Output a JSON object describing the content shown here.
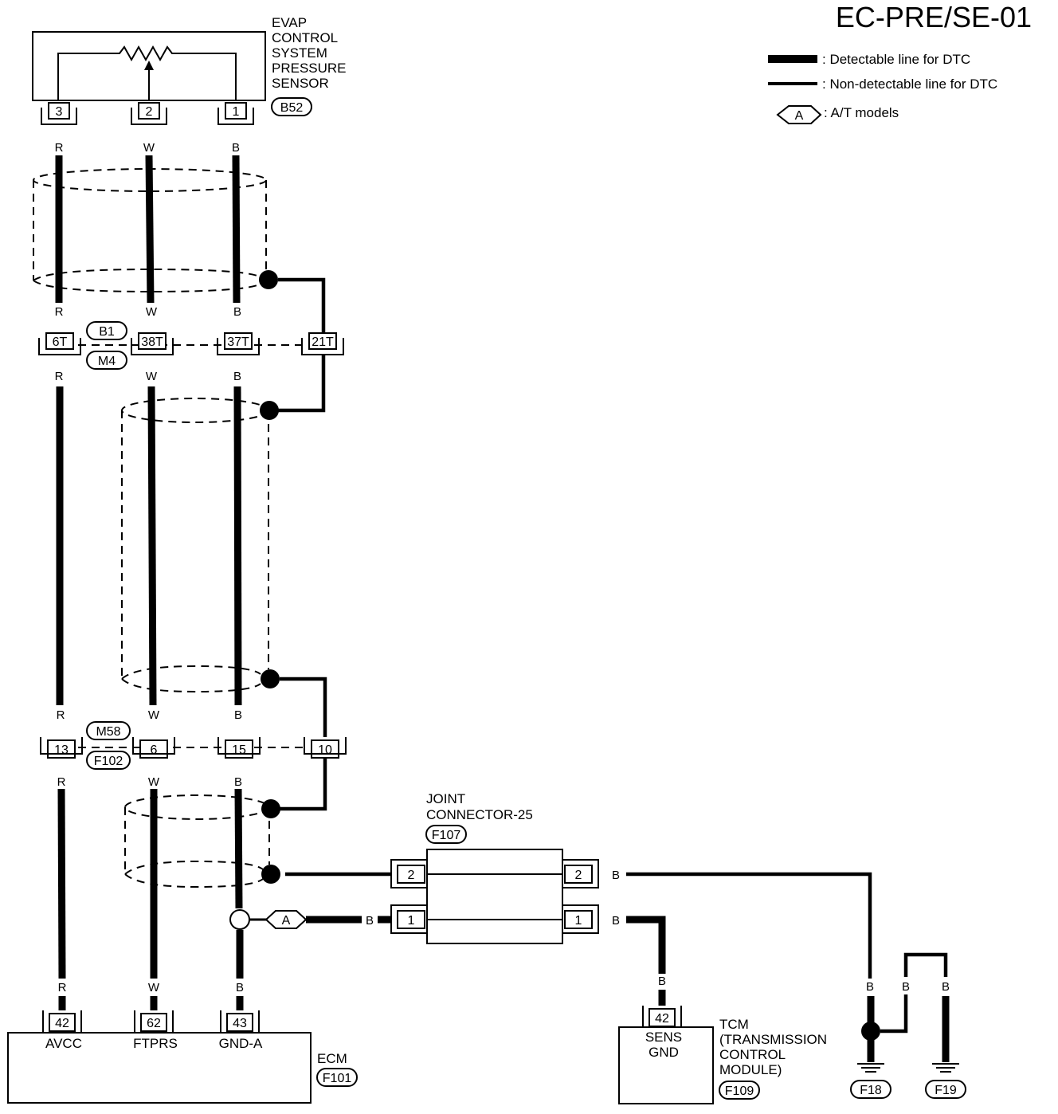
{
  "title": "EC-PRE/SE-01",
  "legend": {
    "detectable": ": Detectable line for DTC",
    "non_detectable": ": Non-detectable line for DTC",
    "at_symbol": "A",
    "at_models": ": A/T models"
  },
  "evap_sensor": {
    "line1": "EVAP",
    "line2": "CONTROL",
    "line3": "SYSTEM",
    "line4": "PRESSURE",
    "line5": "SENSOR",
    "connector": "B52",
    "pin_left": "3",
    "pin_mid": "2",
    "pin_right": "1"
  },
  "wire_colors": {
    "r": "R",
    "w": "W",
    "b": "B"
  },
  "connector_row1": {
    "pin_a": "6T",
    "pin_b": "38T",
    "pin_c": "37T",
    "pin_d": "21T",
    "top_label": "B1",
    "bottom_label": "M4"
  },
  "connector_row2": {
    "pin_a": "13",
    "pin_b": "6",
    "pin_c": "15",
    "pin_d": "10",
    "top_label": "M58",
    "bottom_label": "F102"
  },
  "joint_connector": {
    "line1": "JOINT",
    "line2": "CONNECTOR-25",
    "connector": "F107",
    "pin_left_top": "2",
    "pin_left_bottom": "1",
    "pin_right_top": "2",
    "pin_right_bottom": "1"
  },
  "at_marker": "A",
  "ecm": {
    "label": "ECM",
    "connector": "F101",
    "pin_avcc": "42",
    "pin_ftprs": "62",
    "pin_gnda": "43",
    "term_avcc": "AVCC",
    "term_ftprs": "FTPRS",
    "term_gnda": "GND-A"
  },
  "tcm": {
    "label1": "TCM",
    "label2": "(TRANSMISSION",
    "label3": "CONTROL",
    "label4": "MODULE)",
    "connector": "F109",
    "pin": "42",
    "term1": "SENS",
    "term2": "GND"
  },
  "grounds": {
    "g1": "F18",
    "g2": "F19"
  }
}
